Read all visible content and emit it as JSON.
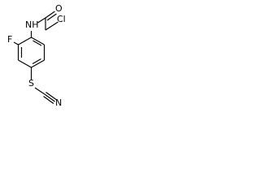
{
  "structure": {
    "atoms": {
      "nh": "NH",
      "carbonyl_o": "O",
      "cl": "Cl",
      "f": "F",
      "s": "S",
      "n": "N"
    }
  }
}
